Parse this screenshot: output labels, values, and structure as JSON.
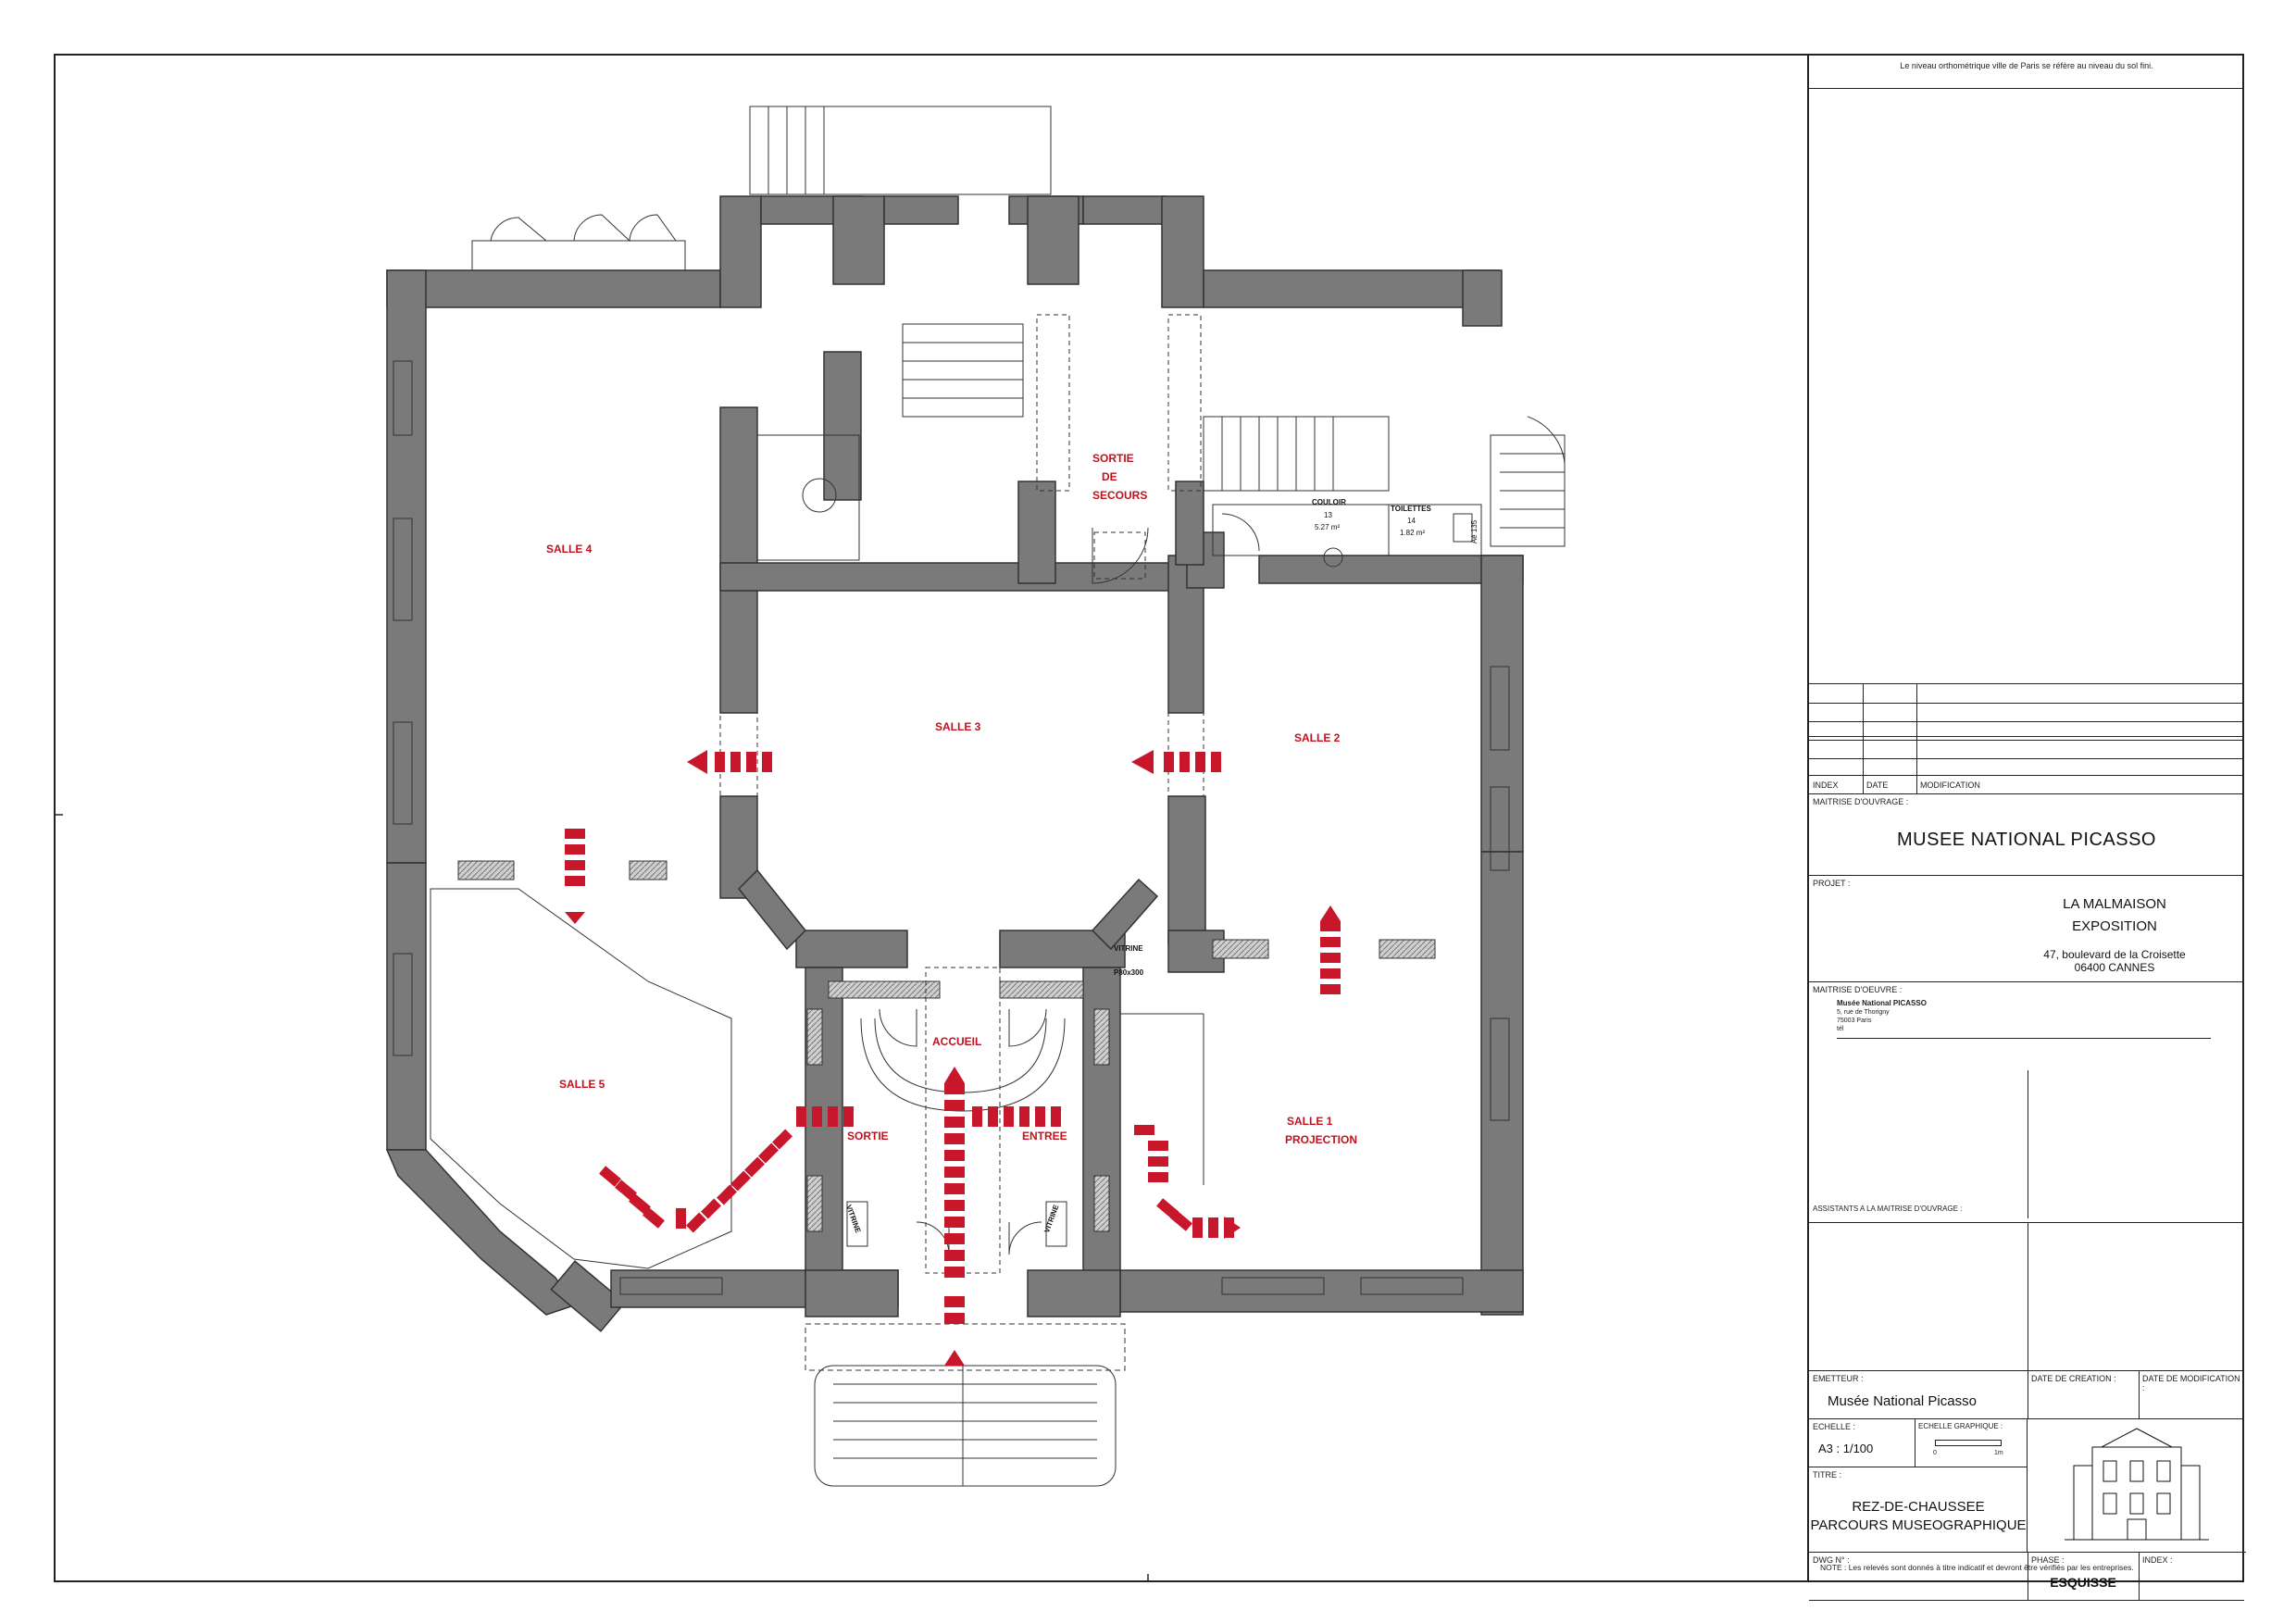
{
  "notes": {
    "top_note": "Le niveau orthométrique ville de Paris se réfère au niveau du sol fini.",
    "bottom_note": "NOTE : Les relevés sont donnés à titre indicatif et devront être vérifiés par les entreprises."
  },
  "revision_table": {
    "index_label": "INDEX",
    "date_label": "DATE",
    "modification_label": "MODIFICATION"
  },
  "maitrise_ouvrage": {
    "label": "MAITRISE D'OUVRAGE :",
    "name": "MUSEE NATIONAL PICASSO"
  },
  "projet": {
    "label": "PROJET :",
    "line1": "LA MALMAISON",
    "line2": "EXPOSITION",
    "address1": "47, boulevard de la Croisette",
    "address2": "06400 CANNES"
  },
  "maitrise_oeuvre": {
    "label": "MAITRISE D'OEUVRE :",
    "name": "Musée National PICASSO",
    "addr1": "5, rue de Thorigny",
    "addr2": "75003 Paris",
    "tel": "tél"
  },
  "assistants": {
    "label": "ASSISTANTS A LA MAITRISE D'OUVRAGE :"
  },
  "emetteur": {
    "label": "EMETTEUR :",
    "name": "Musée National Picasso",
    "date_creation_label": "DATE DE CREATION :",
    "date_modification_label": "DATE DE MODIFICATION :"
  },
  "echelle": {
    "label": "ECHELLE :",
    "value": "A3 : 1/100",
    "graphique_label": "ECHELLE GRAPHIQUE :",
    "bar_start": "0",
    "bar_end": "1m"
  },
  "titre": {
    "label": "TITRE :",
    "line1": "REZ-DE-CHAUSSEE",
    "line2": "PARCOURS MUSEOGRAPHIQUE"
  },
  "dwg": {
    "label": "DWG N° :",
    "phase_label": "PHASE :",
    "phase_value": "ESQUISSE",
    "index_label": "INDEX :"
  },
  "rooms": {
    "salle1": "SALLE  1",
    "salle1b": "PROJECTION",
    "salle2": "SALLE 2",
    "salle3": "SALLE 3",
    "salle4": "SALLE 4",
    "salle5": "SALLE  5",
    "accueil": "ACCUEIL",
    "sortie": "SORTIE",
    "entree": "ENTREE",
    "secours1": "SORTIE",
    "secours2": "DE",
    "secours3": "SECOURS",
    "vitrine": "VITRINE",
    "vitrine_dim": "P80x300",
    "vitrine_a": "VITRINE",
    "vitrine_b": "VITRINE",
    "couloir": "COULOIR",
    "couloir_num": "13",
    "couloir_area": "5.27 m²",
    "toilettes": "TOILETTES",
    "toilettes_num": "14",
    "toilettes_area": "1.82 m²",
    "ae": "Aé 135"
  },
  "colors": {
    "wall": "#7a7a7a",
    "arrow": "#c8162a",
    "label": "#c0121e"
  }
}
